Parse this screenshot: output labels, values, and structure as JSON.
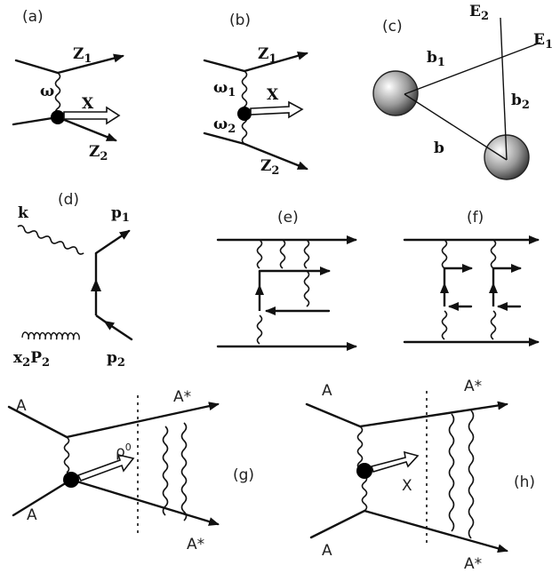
{
  "panels": {
    "a": {
      "tag": "(a)",
      "z1": "Z",
      "z1_sub": "1",
      "w": "ω",
      "x": "X",
      "z2": "Z",
      "z2_sub": "2"
    },
    "b": {
      "tag": "(b)",
      "z1": "Z",
      "z1_sub": "1",
      "w1": "ω",
      "w1_sub": "1",
      "x": "X",
      "w2": "ω",
      "w2_sub": "2",
      "z2": "Z",
      "z2_sub": "2"
    },
    "c": {
      "tag": "(c)",
      "e1": "E",
      "e1_sub": "1",
      "e2": "E",
      "e2_sub": "2",
      "b1": "b",
      "b1_sub": "1",
      "b2": "b",
      "b2_sub": "2",
      "b": "b"
    },
    "d": {
      "tag": "(d)",
      "k": "k",
      "p1": "p",
      "p1_sub": "1",
      "x2p2": "x",
      "x2p2_sub": "2",
      "x2p2_p": "P",
      "x2p2_p_sub": "2",
      "p2": "p",
      "p2_sub": "2"
    },
    "e": {
      "tag": "(e)"
    },
    "f": {
      "tag": "(f)"
    },
    "g": {
      "tag": "(g)",
      "a_top": "A",
      "a_bot": "A",
      "rho": "ρ",
      "rho_sup": "0",
      "astar_top": "A*",
      "astar_bot": "A*"
    },
    "h": {
      "tag": "(h)",
      "a_top": "A",
      "a_bot": "A",
      "x": "X",
      "astar_top": "A*",
      "astar_bot": "A*"
    }
  }
}
